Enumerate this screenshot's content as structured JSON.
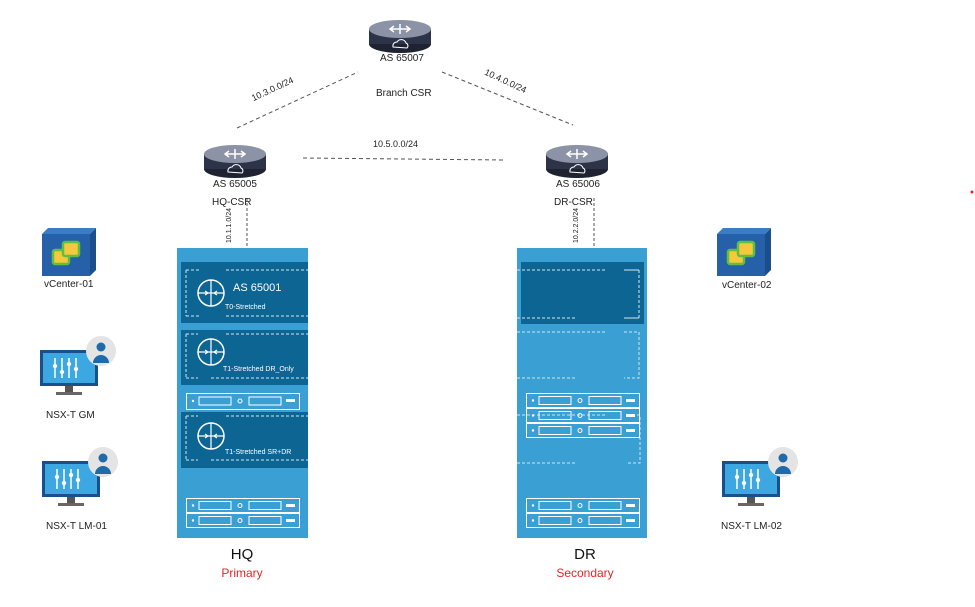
{
  "routers": {
    "branch": {
      "as": "AS 65007",
      "name": "Branch CSR"
    },
    "hq": {
      "as": "AS 65005",
      "name": "HQ-CSR"
    },
    "dr": {
      "as": "AS 65006",
      "name": "DR-CSR"
    }
  },
  "links": {
    "hq_branch": "10.3.0.0/24",
    "dr_branch": "10.4.0.0/24",
    "hq_dr": "10.5.0.0/24",
    "hq_uplink": "10.1.1.0/24",
    "dr_uplink": "10.2.2.0/24"
  },
  "sites": {
    "hq": {
      "title": "HQ",
      "role": "Primary",
      "tier0": {
        "as": "AS 65001",
        "name": "T0-Stretched"
      },
      "t1_dr_only": "T1-Stretched DR_Only",
      "t1_sr_dr": "T1-Stretched SR+DR"
    },
    "dr": {
      "title": "DR",
      "role": "Secondary"
    }
  },
  "left_nodes": {
    "vcenter": "vCenter-01",
    "gm": "NSX-T GM",
    "lm": "NSX-T LM-01"
  },
  "right_nodes": {
    "vcenter": "vCenter-02",
    "lm": "NSX-T LM-02"
  },
  "colors": {
    "rack": "#3a9fd3",
    "panel": "#0c6592",
    "role_text": "#e8232a",
    "router": "#2e3448"
  }
}
